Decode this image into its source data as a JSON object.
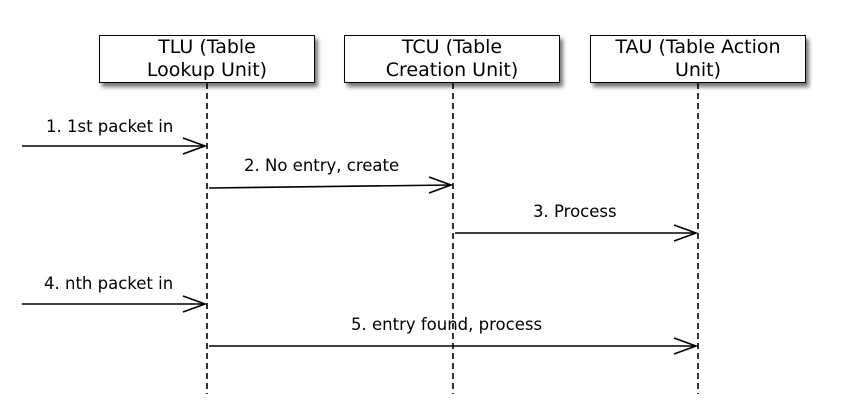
{
  "participants": [
    {
      "id": "tlu",
      "line1": "TLU (Table",
      "line2": "Lookup Unit)"
    },
    {
      "id": "tcu",
      "line1": "TCU (Table",
      "line2": "Creation Unit)"
    },
    {
      "id": "tau",
      "line1": "TAU (Table Action",
      "line2": "Unit)"
    }
  ],
  "messages": [
    {
      "from": "external",
      "to": "tlu",
      "label": "1. 1st packet in"
    },
    {
      "from": "tlu",
      "to": "tcu",
      "label": "2. No entry, create"
    },
    {
      "from": "tcu",
      "to": "tau",
      "label": "3. Process"
    },
    {
      "from": "external",
      "to": "tlu",
      "label": "4. nth packet in"
    },
    {
      "from": "tlu",
      "to": "tau",
      "label": "5. entry found, process"
    }
  ],
  "colors": {
    "line": "#000000",
    "background": "#ffffff"
  }
}
